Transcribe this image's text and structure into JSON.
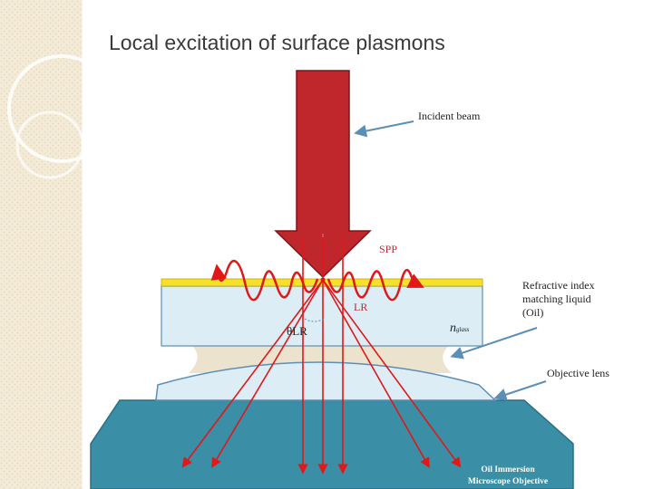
{
  "slide": {
    "title": "Local excitation of surface plasmons"
  },
  "labels": {
    "incident_beam": "Incident beam",
    "spp": "SPP",
    "lr_right": "LR",
    "theta_lr_symbol": "θ",
    "theta_lr_sub": "LR",
    "n_glass_symbol": "n",
    "n_glass_sub": "glass",
    "refractive_line1": "Refractive index",
    "refractive_line2": "matching liquid",
    "refractive_line3": "(Oil)",
    "objective_lens": "Objective lens",
    "objective_line1": "Oil Immersion",
    "objective_line2": "Microscope Objective"
  },
  "colors": {
    "sidebar": "#f3ead7",
    "beam": "#c0272d",
    "gold_film": "#f5e12a",
    "glass": "#dcedf5",
    "oil": "#ece3cf",
    "objective": "#3a8fa6",
    "rays": "#e01818",
    "pointer": "#5b8fb5"
  }
}
